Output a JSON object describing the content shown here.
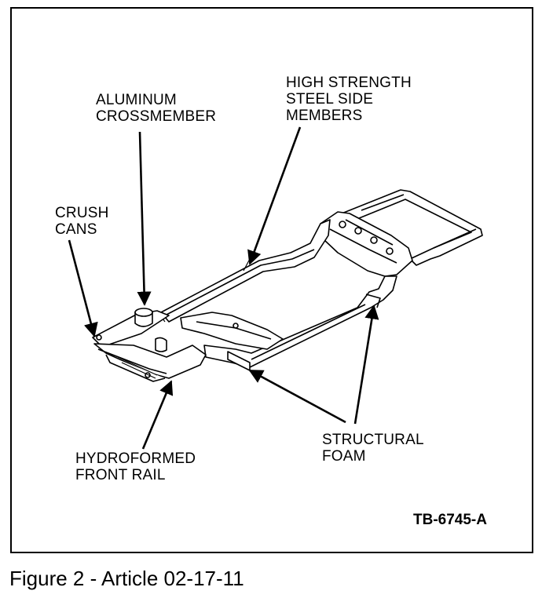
{
  "labels": {
    "aluminum": [
      "ALUMINUM",
      "CROSSMEMBER"
    ],
    "high_strength": [
      "HIGH STRENGTH",
      "STEEL SIDE",
      "MEMBERS"
    ],
    "crush_cans": [
      "CRUSH",
      "CANS"
    ],
    "hydroformed": [
      "HYDROFORMED",
      "FRONT RAIL"
    ],
    "structural_foam": [
      "STRUCTURAL",
      "FOAM"
    ]
  },
  "reference_code": "TB-6745-A",
  "caption": "Figure 2 - Article 02-17-11"
}
